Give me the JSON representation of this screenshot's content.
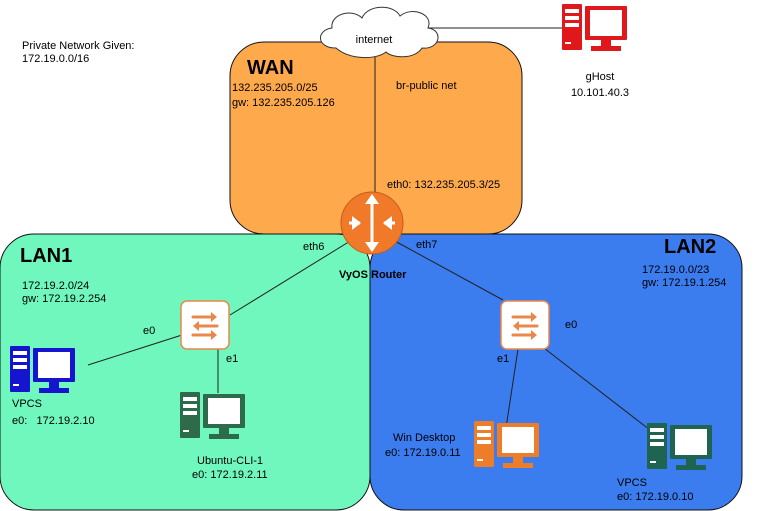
{
  "note": {
    "line1": "Private Network Given:",
    "line2": "172.19.0.0/16"
  },
  "cloud": {
    "label": "internet"
  },
  "wan": {
    "title": "WAN",
    "subnet": "132.235.205.0/25",
    "gw": "gw: 132.235.205.126",
    "bridge": "br-public net",
    "eth0": "eth0: 132.235.205.3/25"
  },
  "ghost": {
    "name": "gHost",
    "ip": "10.101.40.3"
  },
  "router": {
    "label": "VyOS Router",
    "eth6": "eth6",
    "eth7": "eth7"
  },
  "lan1": {
    "title": "LAN1",
    "subnet": "172.19.2.0/24",
    "gw": "gw: 172.19.2.254",
    "e0": "e0",
    "e1": "e1",
    "vpcs_name": "VPCS",
    "vpcs_ip": "e0:   172.19.2.10",
    "ubuntu_name": "Ubuntu-CLI-1",
    "ubuntu_ip": "e0: 172.19.2.11"
  },
  "lan2": {
    "title": "LAN2",
    "subnet": "172.19.0.0/23",
    "gw": "gw: 172.19.1.254",
    "e0": "e0",
    "e1": "e1",
    "win_name": "Win Desktop",
    "win_ip": "e0: 172.19.0.11",
    "vpcs_name": "VPCS",
    "vpcs_ip": "e0: 172.19.0.10"
  },
  "colors": {
    "wan": "#FFA94D",
    "lan1": "#6FF7BE",
    "lan2": "#3B7CEF",
    "router": "#F07A2A",
    "switch_icon": "#E9884A",
    "ghost": "#E0171B",
    "vpcs1": "#1515CF",
    "ubuntu": "#2E6B4A",
    "win": "#EE7D2A",
    "vpcs2": "#1E6450"
  }
}
